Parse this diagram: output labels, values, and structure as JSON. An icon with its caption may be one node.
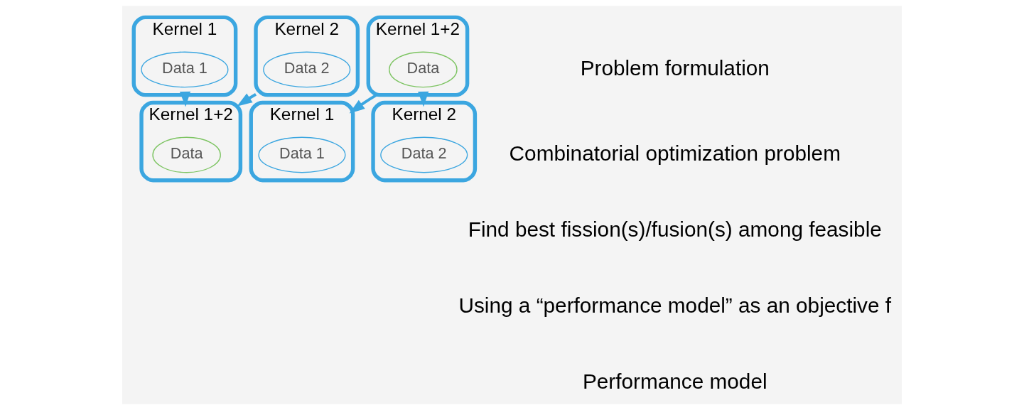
{
  "diagram": {
    "nodes": [
      {
        "text": [
          "Kernel 1"
        ]
      },
      {
        "text": [
          "Data 1"
        ],
        "in": 0
      },
      {
        "text": [
          "Kernel 2"
        ]
      },
      {
        "text": [
          "Data 2"
        ],
        "in": 2
      },
      {
        "text": [
          "Kernel 1+2"
        ]
      },
      {
        "text": [
          "Data"
        ],
        "in": 4
      },
      {
        "text": [
          "Kernel 1+2"
        ]
      },
      {
        "text": [
          "Data"
        ],
        "in": 6
      },
      {
        "text": [
          "Kernel 1"
        ]
      },
      {
        "text": [
          "Data 1"
        ],
        "in": 8
      },
      {
        "text": [
          "Kernel 2"
        ]
      },
      {
        "text": [
          "Data 2"
        ],
        "in": 10
      }
    ],
    "edges": [
      {
        "from": 0,
        "to": 6,
        "arrow": "to"
      },
      {
        "from": 2,
        "to": 6,
        "arrow": "to"
      },
      {
        "from": 4,
        "to": 8,
        "arrow": "to"
      },
      {
        "from": 4,
        "to": 10,
        "arrow": "to"
      }
    ],
    "labels": [
      "Problem formulation",
      "Combinatorial optimization problem",
      "Find best fission(s)/fusion(s) among feasible",
      "Using a “performance model” as an objective f",
      "Performance model"
    ]
  }
}
